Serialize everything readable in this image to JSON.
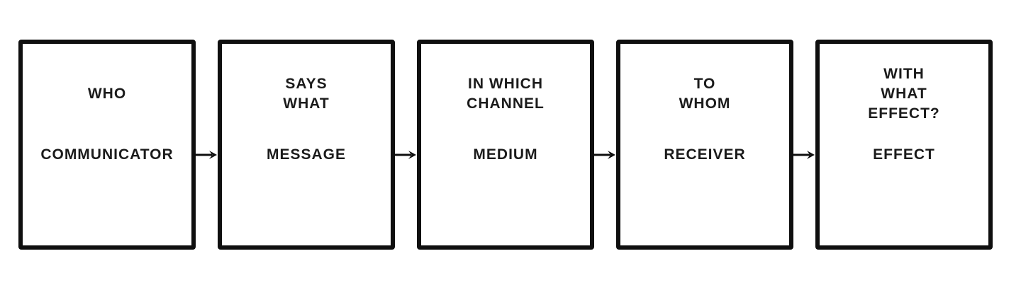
{
  "diagram": {
    "model": "communication-flow",
    "colors": {
      "background": "#ffffff",
      "border": "#0f0f0f",
      "text": "#1b1b1b",
      "arrow": "#0f0f0f"
    },
    "boxes": [
      {
        "top": "WHO",
        "bottom": "COMMUNICATOR"
      },
      {
        "top": "SAYS\nWHAT",
        "bottom": "MESSAGE"
      },
      {
        "top": "IN WHICH\nCHANNEL",
        "bottom": "MEDIUM"
      },
      {
        "top": "TO\nWHOM",
        "bottom": "RECEIVER"
      },
      {
        "top": "WITH\nWHAT\nEFFECT?",
        "bottom": "EFFECT"
      }
    ],
    "connector_icon": "right-arrow"
  }
}
